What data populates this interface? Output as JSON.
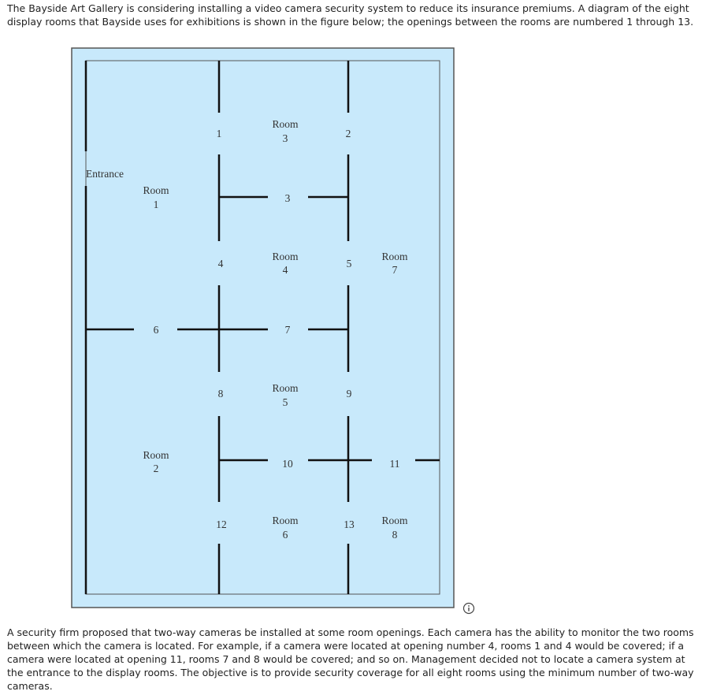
{
  "intro_text": "The Bayside Art Gallery is considering installing a video camera security system to reduce its insurance premiums. A diagram of the eight display rooms that Bayside uses for exhibitions is shown in the figure below; the openings between the rooms are numbered 1 through 13.",
  "outro_text": "A security firm proposed that two-way cameras be installed at some room openings. Each camera has the ability to monitor the two rooms between which the camera is located. For example, if a camera were located at opening number 4, rooms 1 and 4 would be covered; if a camera were located at opening 11, rooms 7 and 8 would be covered; and so on. Management decided not to locate a camera system at the entrance to the display rooms. The objective is to provide security coverage for all eight rooms using the minimum number of two-way cameras.",
  "diagram": {
    "entrance": "Entrance",
    "rooms": [
      {
        "word": "Room",
        "num": "1"
      },
      {
        "word": "Room",
        "num": "2"
      },
      {
        "word": "Room",
        "num": "3"
      },
      {
        "word": "Room",
        "num": "4"
      },
      {
        "word": "Room",
        "num": "5"
      },
      {
        "word": "Room",
        "num": "6"
      },
      {
        "word": "Room",
        "num": "7"
      },
      {
        "word": "Room",
        "num": "8"
      }
    ],
    "openings": [
      "1",
      "2",
      "3",
      "4",
      "5",
      "6",
      "7",
      "8",
      "9",
      "10",
      "11",
      "12",
      "13"
    ],
    "colors": {
      "fill": "#c8e9fb",
      "wall": "#111111",
      "frame": "#555555"
    }
  },
  "info_icon": "info-icon"
}
